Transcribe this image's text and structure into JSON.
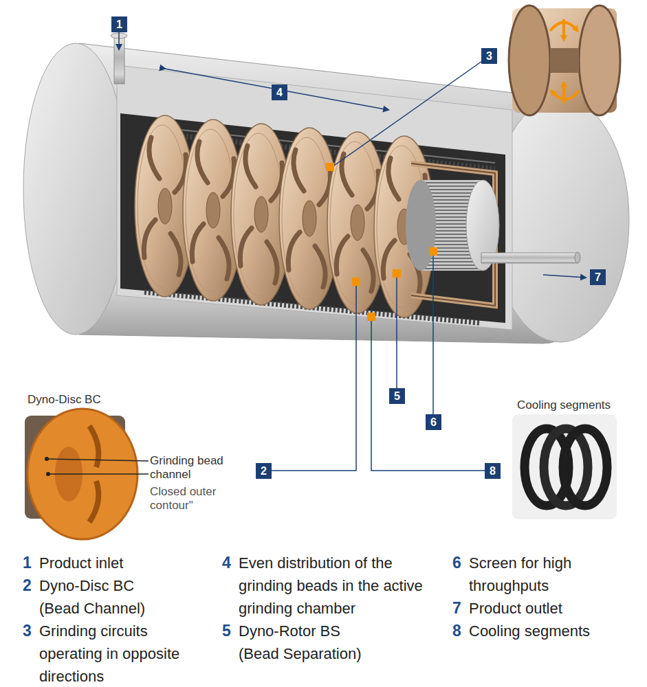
{
  "diagram": {
    "labels": [
      "1",
      "4",
      "3",
      "7",
      "5",
      "6",
      "Dyno-Disc BC",
      "Grinding bead channel",
      "Closed outer contour\"",
      "Cooling segments",
      "2",
      "8",
      "1",
      "Product inlet",
      "2",
      "Dyno-Disc BC (Bead Channel)",
      "3",
      "Grinding circuits operating in opposite directions",
      "4",
      "Even distribution of the grinding beads in the active grinding chamber",
      "5",
      "Dyno-Rotor BS (Bead Separation)",
      "6",
      "Screen for high throughputs",
      "7",
      "Product outlet",
      "8",
      "Cooling segments"
    ]
  }
}
